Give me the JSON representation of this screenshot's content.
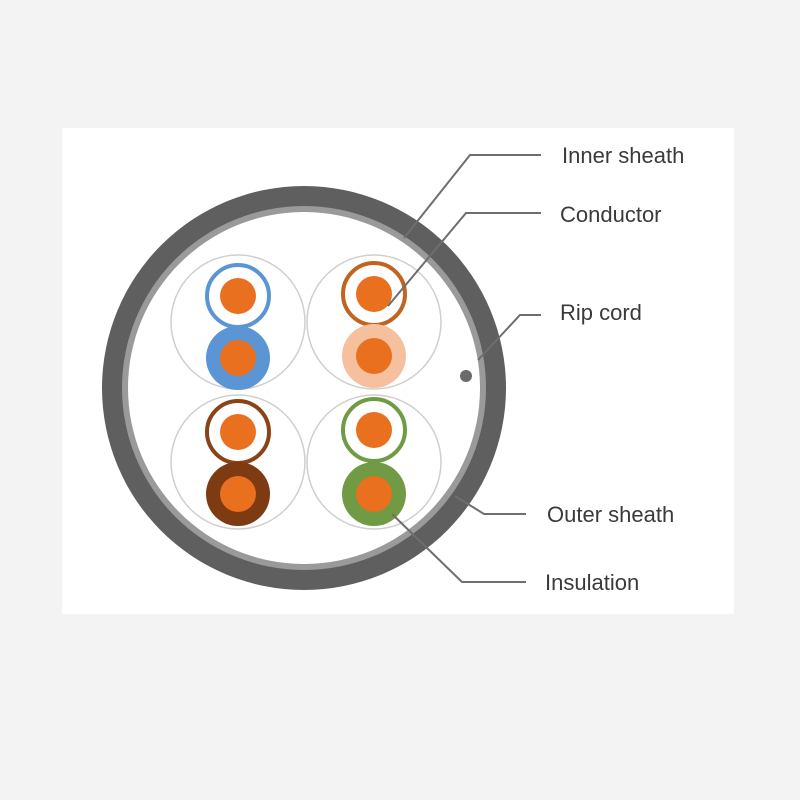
{
  "labels": {
    "inner_sheath": "Inner sheath",
    "conductor": "Conductor",
    "rip_cord": "Rip cord",
    "outer_sheath": "Outer sheath",
    "insulation": "Insulation"
  },
  "colors": {
    "outer_sheath": "#5f5f5f",
    "inner_sheath": "#9a9a9a",
    "core_fill": "#ffffff",
    "conductor": "#e8701e",
    "pair_outline": "#cfcfcf",
    "leader_line": "#6e6e6e",
    "rip_cord": "#6a6a6a"
  },
  "pairs": [
    {
      "name": "blue",
      "striped": {
        "color": "#5b95d4"
      },
      "solid": {
        "color": "#5b95d4"
      }
    },
    {
      "name": "orange",
      "striped": {
        "color": "#c0641f"
      },
      "solid": {
        "color": "#f6c09e"
      }
    },
    {
      "name": "brown",
      "striped": {
        "color": "#8a4316"
      },
      "solid": {
        "color": "#7e3a10"
      }
    },
    {
      "name": "green",
      "striped": {
        "color": "#6f9b44"
      },
      "solid": {
        "color": "#709a43"
      }
    }
  ]
}
